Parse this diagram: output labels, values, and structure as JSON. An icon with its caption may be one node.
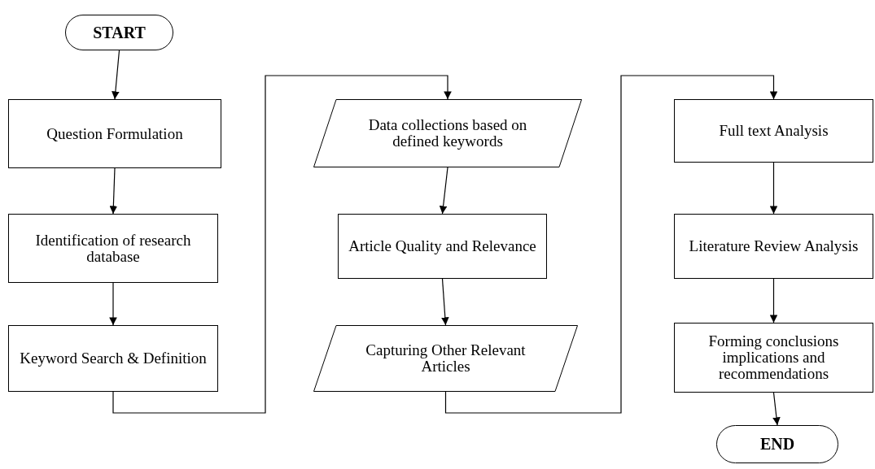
{
  "diagram": {
    "nodes": [
      {
        "text": [
          "START"
        ]
      },
      {
        "text": [
          "Question Formulation"
        ]
      },
      {
        "text": [
          "Identification of research database"
        ]
      },
      {
        "text": [
          "Keyword Search & Definition"
        ]
      },
      {
        "text": [
          "Data collections based on defined keywords"
        ]
      },
      {
        "text": [
          "Article Quality and Relevance"
        ]
      },
      {
        "text": [
          "Capturing Other Relevant Articles"
        ]
      },
      {
        "text": [
          "Full text Analysis"
        ]
      },
      {
        "text": [
          "Literature Review Analysis"
        ]
      },
      {
        "text": [
          "Forming conclusions implications and recommendations"
        ]
      },
      {
        "text": [
          "END"
        ]
      }
    ],
    "edges": [
      {
        "from": 0,
        "to": 1,
        "arrow": "to"
      },
      {
        "from": 1,
        "to": 2,
        "arrow": "to"
      },
      {
        "from": 2,
        "to": 3,
        "arrow": "to"
      },
      {
        "from": 3,
        "to": 4,
        "arrow": "to"
      },
      {
        "from": 4,
        "to": 5,
        "arrow": "to"
      },
      {
        "from": 5,
        "to": 6,
        "arrow": "to"
      },
      {
        "from": 6,
        "to": 7,
        "arrow": "to"
      },
      {
        "from": 7,
        "to": 8,
        "arrow": "to"
      },
      {
        "from": 8,
        "to": 9,
        "arrow": "to"
      },
      {
        "from": 9,
        "to": 10,
        "arrow": "to"
      }
    ]
  }
}
